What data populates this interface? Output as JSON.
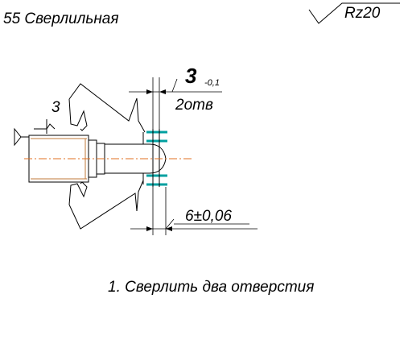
{
  "operation_title": "55 Сверлильная",
  "roughness": {
    "value": "Rz20"
  },
  "dimensions": {
    "hole_spacing_value": "3",
    "hole_spacing_tolerance": "-0,1",
    "hole_count": "2отв",
    "depth": "6±0,06",
    "clamp_label": "3"
  },
  "instructions": [
    "1. Сверлить два отверстия"
  ],
  "colors": {
    "axis": "#e07020",
    "holes": "#00a0a0",
    "thread": "#c07a3a",
    "lines": "#000000"
  }
}
